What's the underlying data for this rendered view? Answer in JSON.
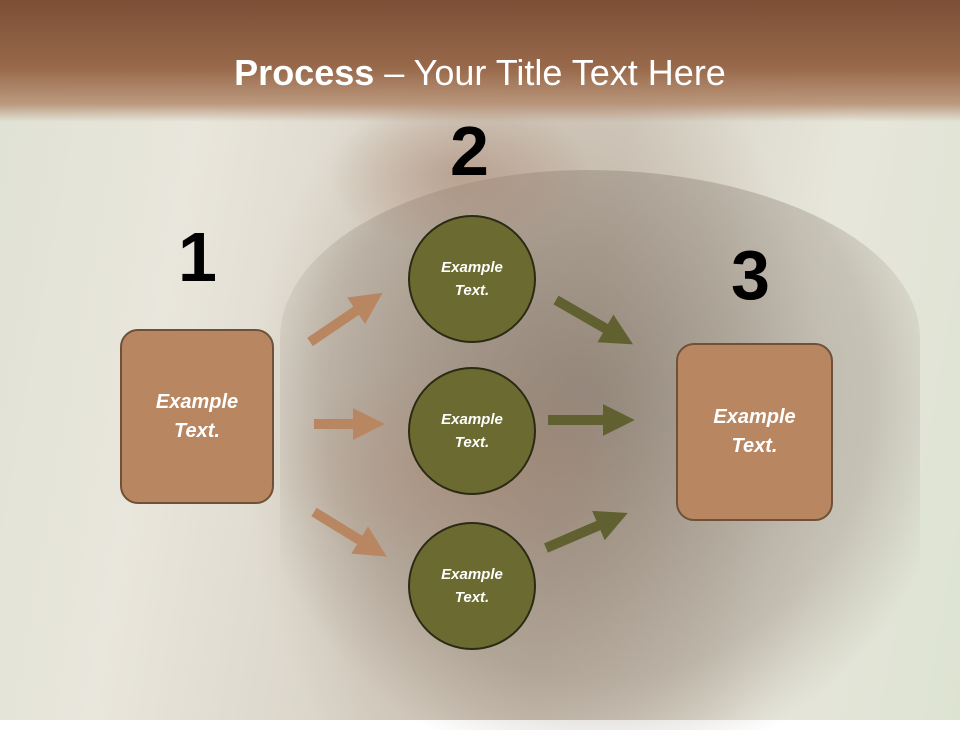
{
  "title": {
    "bold": "Process",
    "rest": " – Your Title Text Here"
  },
  "numbers": [
    "1",
    "2",
    "3"
  ],
  "left_box": {
    "line1": "Example",
    "line2": "Text."
  },
  "right_box": {
    "line1": "Example",
    "line2": "Text."
  },
  "circles": [
    {
      "line1": "Example",
      "line2": "Text."
    },
    {
      "line1": "Example",
      "line2": "Text."
    },
    {
      "line1": "Example",
      "line2": "Text."
    }
  ],
  "colors": {
    "title_bar": "#8a5b40",
    "box_fill": "#b98662",
    "circle_fill": "#6b6b31",
    "arrow_left": "#b98662",
    "arrow_right": "#606030"
  }
}
